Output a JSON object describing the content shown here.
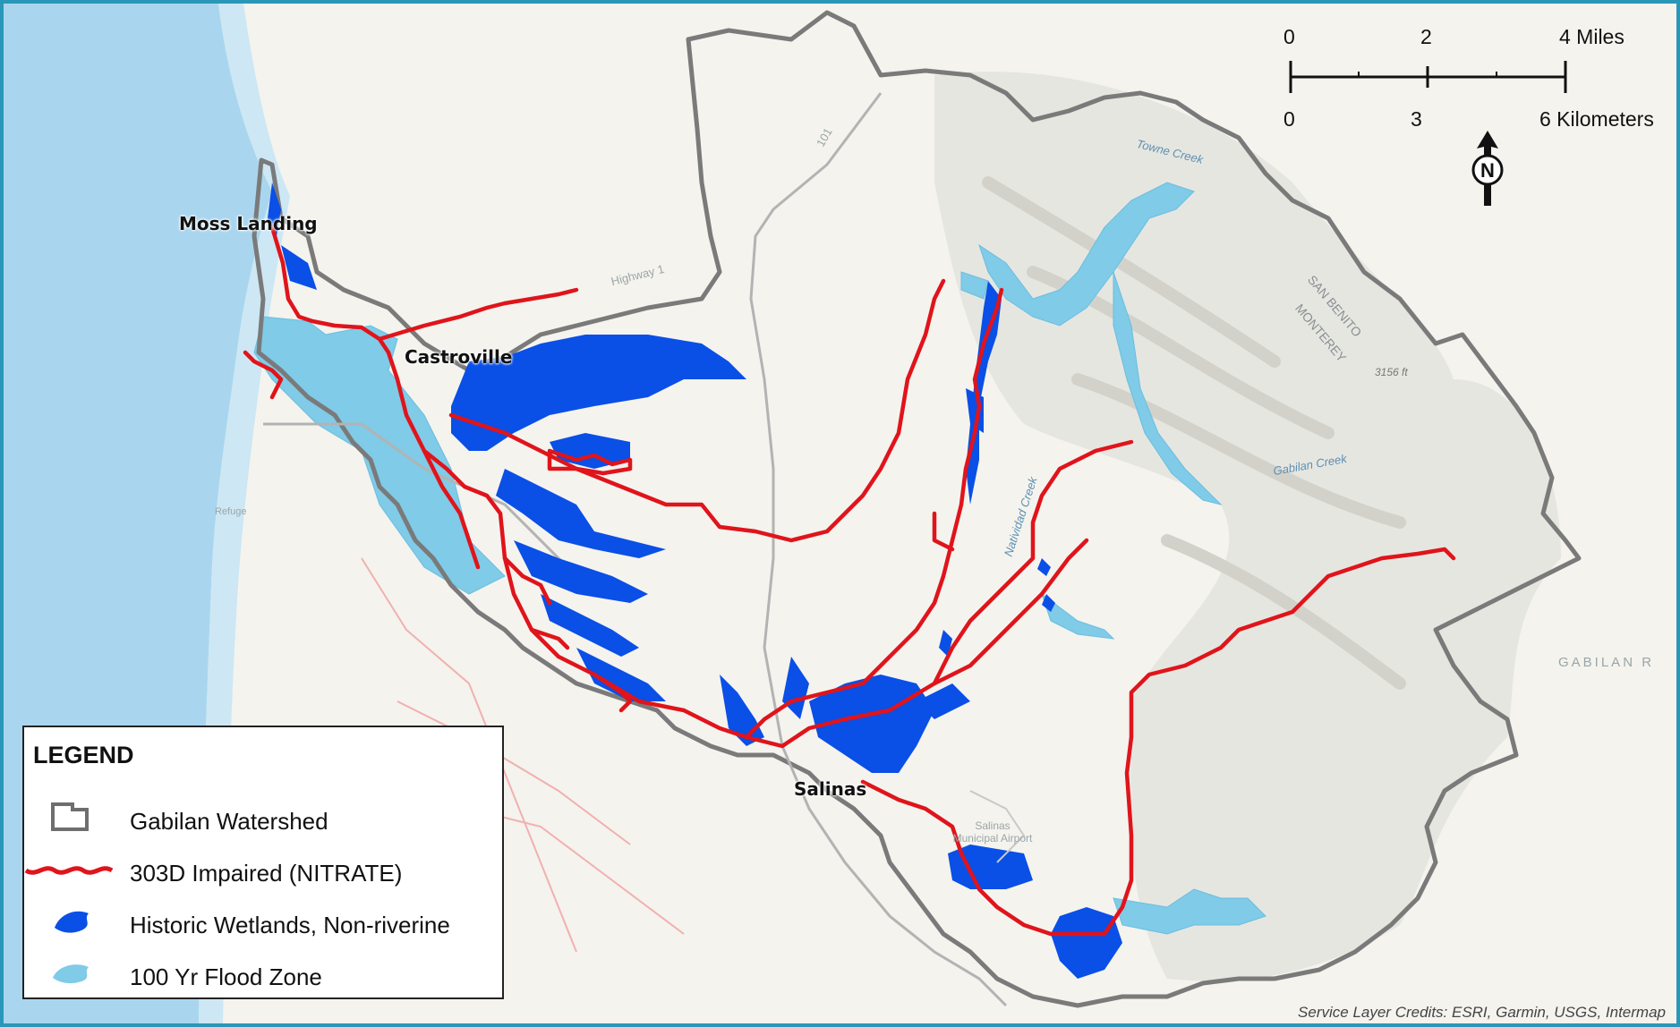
{
  "map": {
    "places": [
      "Moss Landing",
      "Castroville",
      "Salinas"
    ],
    "basemap_labels": {
      "airport": "Salinas Municipal Airport",
      "county_line_1": "SAN BENITO",
      "county_line_2": "MONTEREY",
      "peak": "3156 ft",
      "range": "GABILAN R",
      "refuge": "Refuge",
      "highway": "Highway 1",
      "route": "101"
    },
    "stream_labels": {
      "towne": "Towne Creek",
      "gabilan": "Gabilan Creek",
      "natividad": "Natividad Creek"
    }
  },
  "scale_bar": {
    "miles": [
      "0",
      "2",
      "4 Miles"
    ],
    "kilometers": [
      "0",
      "3",
      "6 Kilometers"
    ]
  },
  "north_arrow": {
    "label": "N"
  },
  "legend": {
    "title": "LEGEND",
    "items": [
      {
        "label": "Gabilan Watershed",
        "icon": "watershed-boundary-icon",
        "color": "#6e6e6e"
      },
      {
        "label": "303D Impaired (NITRATE)",
        "icon": "impaired-stream-icon",
        "color": "#e0141b"
      },
      {
        "label": "Historic Wetlands, Non-riverine",
        "icon": "historic-wetland-icon",
        "color": "#0a4fe6"
      },
      {
        "label": "100 Yr Flood Zone",
        "icon": "flood-zone-icon",
        "color": "#7fcbe8"
      }
    ]
  },
  "credits": "Service Layer Credits: ESRI, Garmin, USGS, Intermap"
}
